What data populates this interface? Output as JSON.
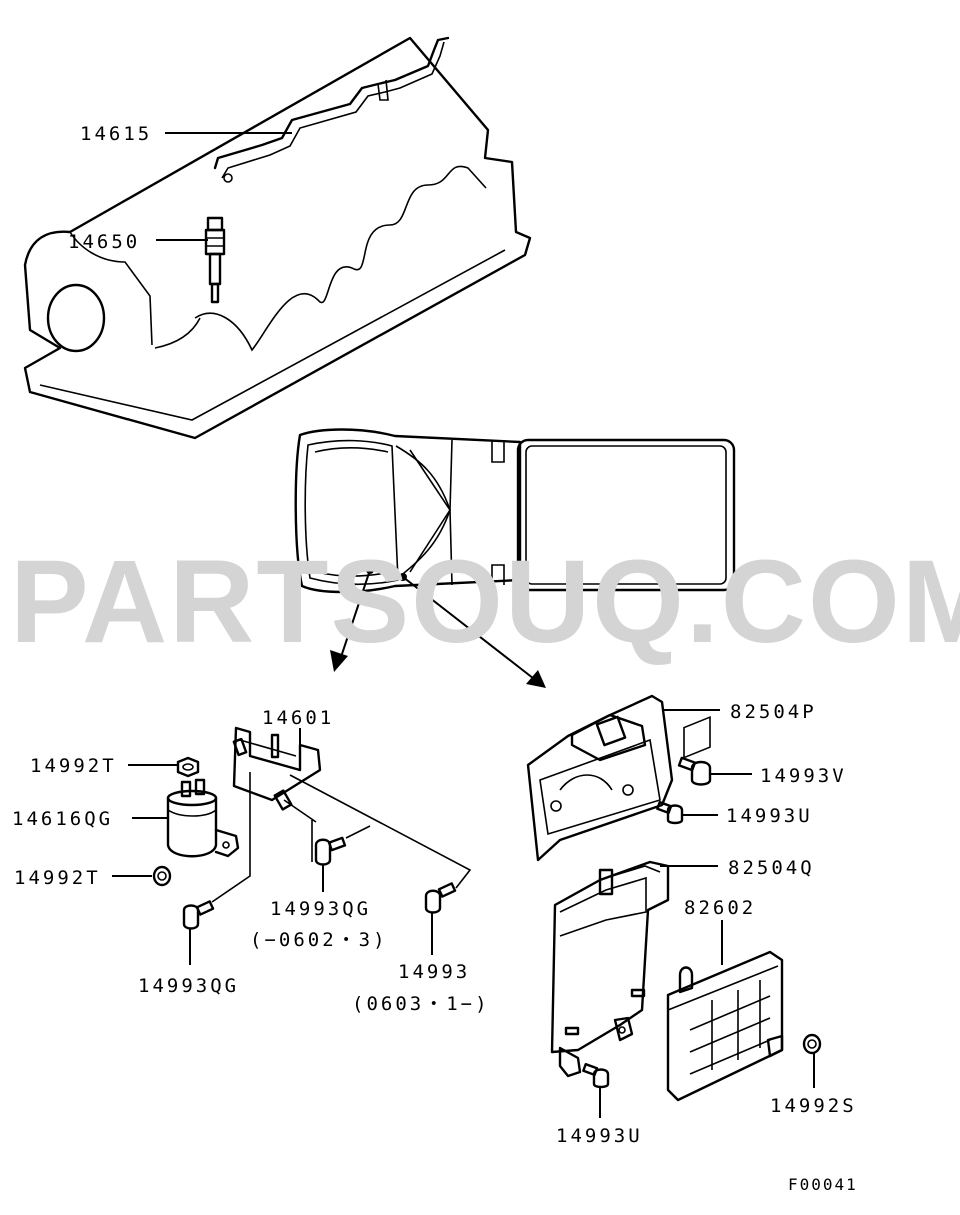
{
  "watermark": "PARTSOUQ.COM",
  "figure_code": "F00041",
  "callouts": [
    {
      "id": "p14615",
      "text": "14615"
    },
    {
      "id": "p14650",
      "text": "14650"
    },
    {
      "id": "p14601",
      "text": "14601"
    },
    {
      "id": "p14992T_top",
      "text": "14992T"
    },
    {
      "id": "p14616QG",
      "text": "14616QG"
    },
    {
      "id": "p14992T_bottom",
      "text": "14992T"
    },
    {
      "id": "p14993QG_mid",
      "text": "14993QG"
    },
    {
      "id": "p14993QG_range",
      "text": "(−0602・3)"
    },
    {
      "id": "p14993",
      "text": "14993"
    },
    {
      "id": "p14993_range",
      "text": "(0603・1−)"
    },
    {
      "id": "p14993QG_low",
      "text": "14993QG"
    },
    {
      "id": "p82504P",
      "text": "82504P"
    },
    {
      "id": "p14993V",
      "text": "14993V"
    },
    {
      "id": "p14993U_top",
      "text": "14993U"
    },
    {
      "id": "p82504Q",
      "text": "82504Q"
    },
    {
      "id": "p82602",
      "text": "82602"
    },
    {
      "id": "p14992S",
      "text": "14992S"
    },
    {
      "id": "p14993U_bottom",
      "text": "14993U"
    }
  ]
}
